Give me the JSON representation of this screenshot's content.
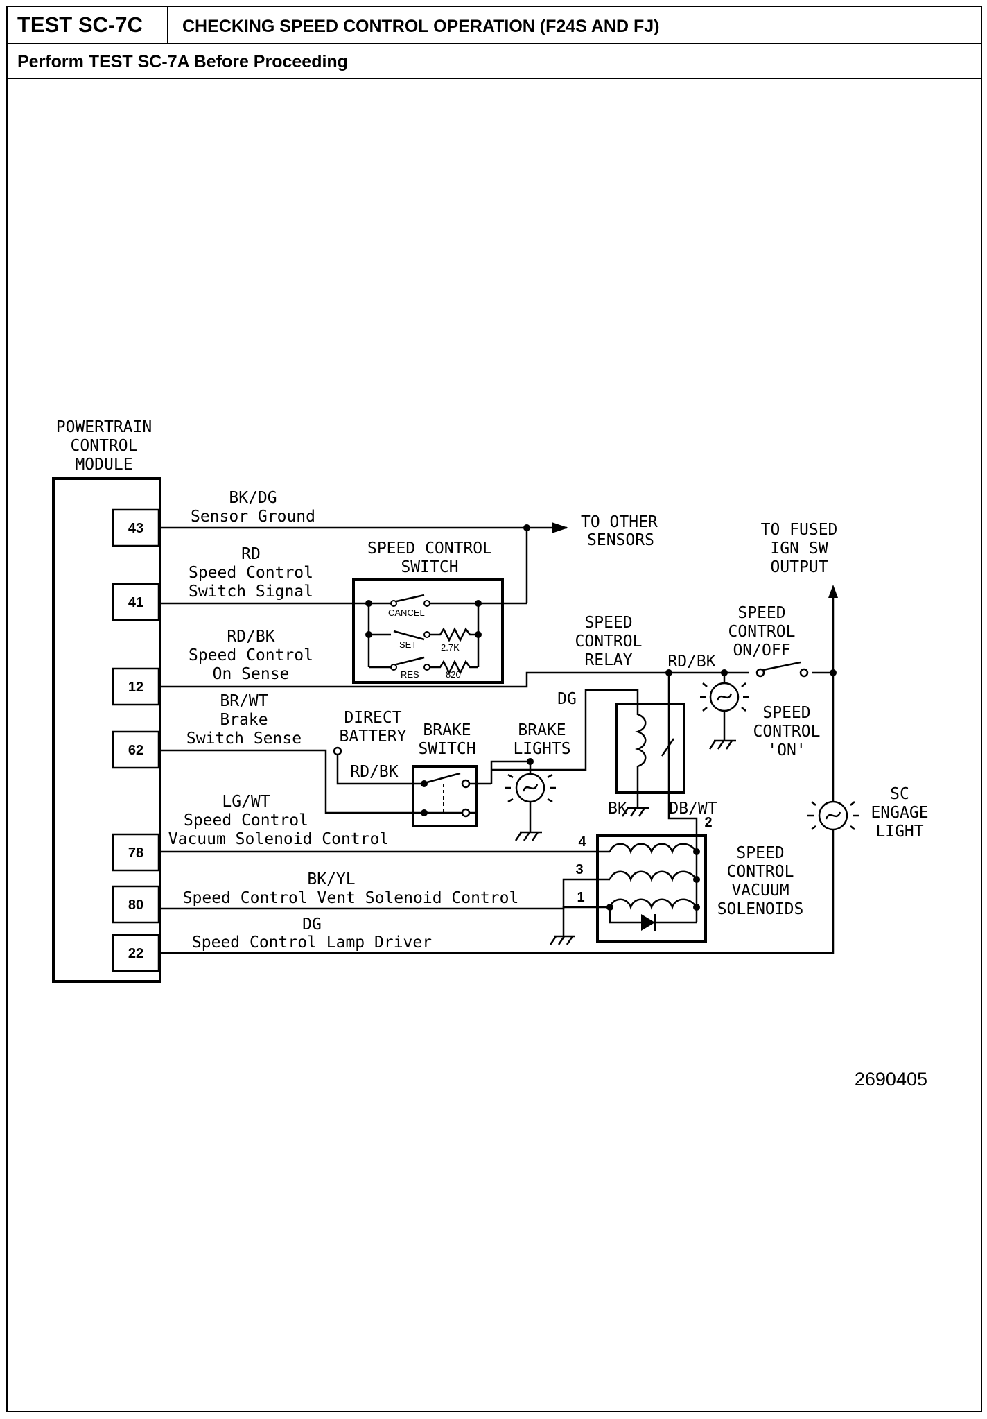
{
  "header": {
    "test_id": "TEST SC-7C",
    "title": "CHECKING SPEED CONTROL OPERATION (F24S AND FJ)",
    "prerequisite": "Perform TEST SC-7A Before Proceeding"
  },
  "diagram": {
    "pcm": {
      "line1": "POWERTRAIN",
      "line2": "CONTROL",
      "line3": "MODULE"
    },
    "pins": [
      "43",
      "41",
      "12",
      "62",
      "78",
      "80",
      "22"
    ],
    "wires": {
      "w43_color": "BK/DG",
      "w43_desc": "Sensor Ground",
      "w41_color": "RD",
      "w41_desc1": "Speed Control",
      "w41_desc2": "Switch Signal",
      "w12_color": "RD/BK",
      "w12_desc1": "Speed Control",
      "w12_desc2": "On Sense",
      "w62_color": "BR/WT",
      "w62_desc1": "Brake",
      "w62_desc2": "Switch Sense",
      "w78_color": "LG/WT",
      "w78_desc1": "Speed Control",
      "w78_desc2": "Vacuum Solenoid Control",
      "w80_color": "BK/YL",
      "w80_desc": "Speed Control Vent Solenoid Control",
      "w22_color": "DG",
      "w22_desc": "Speed Control Lamp Driver"
    },
    "labels": {
      "to_other_1": "TO OTHER",
      "to_other_2": "SENSORS",
      "scs_1": "SPEED CONTROL",
      "scs_2": "SWITCH",
      "cancel": "CANCEL",
      "set": "SET",
      "res": "RES",
      "r1": "2.7K",
      "r2": "820",
      "to_fused_1": "TO FUSED",
      "to_fused_2": "IGN SW",
      "to_fused_3": "OUTPUT",
      "relay_1": "SPEED",
      "relay_2": "CONTROL",
      "relay_3": "RELAY",
      "relay_wire": "RD/BK",
      "onoff_1": "SPEED",
      "onoff_2": "CONTROL",
      "onoff_3": "ON/OFF",
      "on_1": "SPEED",
      "on_2": "CONTROL",
      "on_3": "'ON'",
      "dg_top": "DG",
      "direct_1": "DIRECT",
      "direct_2": "BATTERY",
      "brake_sw_1": "BRAKE",
      "brake_sw_2": "SWITCH",
      "brake_lt_1": "BRAKE",
      "brake_lt_2": "LIGHTS",
      "rdbk_sw": "RD/BK",
      "bk_gnd": "BK",
      "dbwt": "DB/WT",
      "pin2": "2",
      "sol_pin4": "4",
      "sol_pin3": "3",
      "sol_pin1": "1",
      "sol_1": "SPEED",
      "sol_2": "CONTROL",
      "sol_3": "VACUUM",
      "sol_4": "SOLENOIDS",
      "sc_1": "SC",
      "sc_2": "ENGAGE",
      "sc_3": "LIGHT"
    },
    "figure_number": "2690405"
  }
}
